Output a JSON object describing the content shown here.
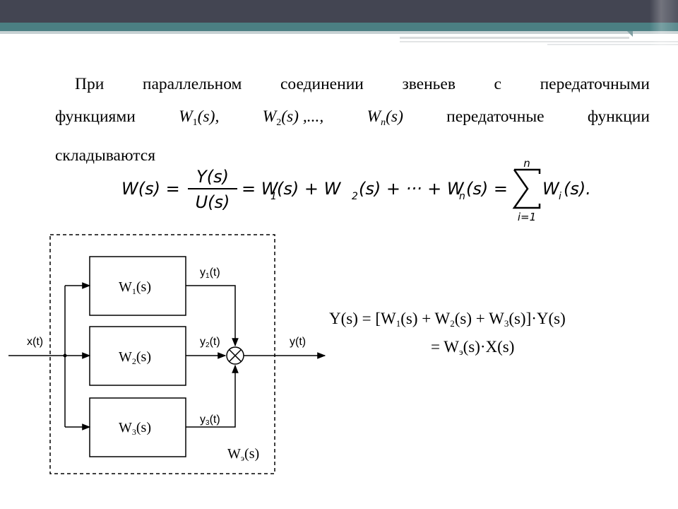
{
  "slide": {
    "paragraph": {
      "line1": [
        "При",
        "параллельном",
        "соединении",
        "звеньев",
        "с",
        "передаточными"
      ],
      "line2": {
        "word1": "функциями",
        "w1": "W",
        "w1_sub": "1",
        "w1_arg": "(s),",
        "w2": "W",
        "w2_sub": "2",
        "w2_arg": "(s) ,...,",
        "wn": "W",
        "wn_sub": "n",
        "wn_arg": "(s)",
        "word2": "передаточные",
        "word3": "функции"
      },
      "line3": "складываются"
    },
    "formula": {
      "lhs": "W(s) =",
      "num": "Y(s)",
      "den": "U(s)",
      "t1": "= W",
      "t1_sub": "1",
      "t1_arg": "(s) + W",
      "t2_sub": "2",
      "t2_arg": "(s) + ··· + W",
      "tn_sub": "n",
      "tn_arg": "(s) =",
      "sum_top": "n",
      "sum_bottom": "i=1",
      "sum_term": "W",
      "sum_term_sub": "i",
      "sum_term_arg": "(s)."
    },
    "diagram": {
      "input": "x(t)",
      "output": "y(t)",
      "blocks": [
        {
          "label": "W",
          "sub": "1",
          "arg": "(s)"
        },
        {
          "label": "W",
          "sub": "2",
          "arg": "(s)"
        },
        {
          "label": "W",
          "sub": "3",
          "arg": "(s)"
        }
      ],
      "outputs": [
        {
          "label": "y",
          "sub": "1",
          "arg": "(t)"
        },
        {
          "label": "y",
          "sub": "2",
          "arg": "(t)"
        },
        {
          "label": "y",
          "sub": "3",
          "arg": "(t)"
        }
      ],
      "equivalent": {
        "label": "W",
        "sub": "э",
        "arg": "(s)"
      }
    },
    "equation1": {
      "a": "Y(s) =  [W",
      "s1": "1",
      "b": "(s) + W",
      "s2": "2",
      "c": "(s) + W",
      "s3": "3",
      "d": "(s)]·Y(s)"
    },
    "equation2": {
      "a": "= W",
      "s": "э",
      "b": "(s)·X(s)"
    }
  }
}
